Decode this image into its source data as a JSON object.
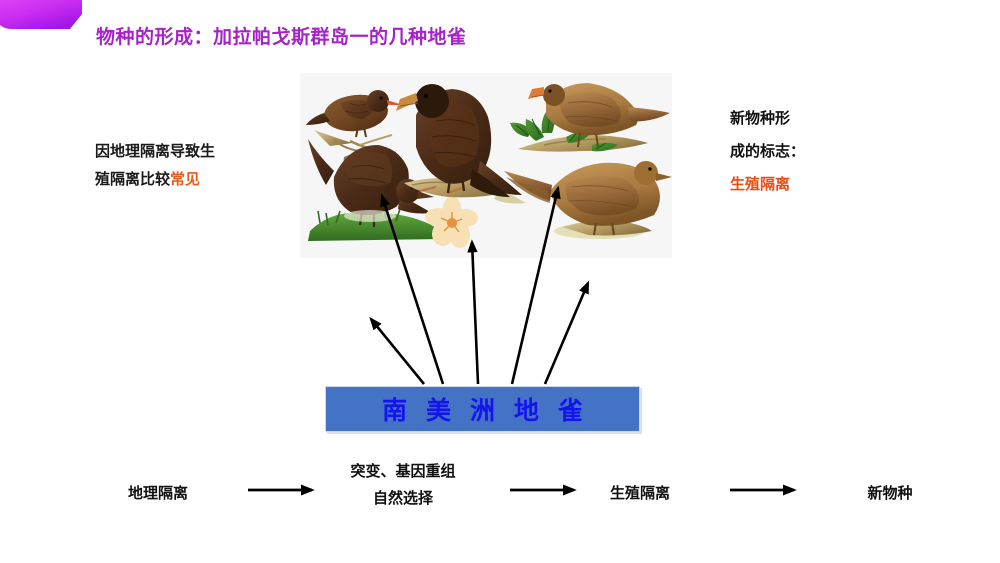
{
  "slide": {
    "title": "物种的形成：加拉帕戈斯群岛一的几种地雀",
    "title_color": "#a524c8",
    "background": "#ffffff"
  },
  "corner_blob": {
    "name": "decorative-corner-shape",
    "gradient_from": "#e03ff5",
    "gradient_to": "#a91bea"
  },
  "left_note": {
    "line1": "因地理隔离导致生",
    "line2_plain": "殖隔离比较",
    "line2_highlight": "常见",
    "highlight_color": "#e8581f"
  },
  "right_note": {
    "line1": "新物种形",
    "line2": "成的标志：",
    "line3_highlight": "生殖隔离",
    "highlight_color": "#ee4b13"
  },
  "finch_image": {
    "alt": "加拉帕戈斯群岛地雀插图",
    "bird_count": 5,
    "background": "#f6f6f6",
    "birds": [
      {
        "name": "finch-upper-left",
        "beak": "thin-pointed"
      },
      {
        "name": "finch-lower-left",
        "beak": "medium-dark"
      },
      {
        "name": "finch-center",
        "beak": "large-heavy"
      },
      {
        "name": "finch-upper-right",
        "beak": "short-conical"
      },
      {
        "name": "finch-lower-right",
        "beak": "small-slender"
      }
    ]
  },
  "species_box": {
    "label": "南 美 洲 地 雀",
    "fill_color": "#4472c4",
    "text_color": "#1414ee"
  },
  "radiating_arrows": {
    "count": 5,
    "color": "#000000",
    "description": "五条箭头从南美洲地雀指向五种地雀"
  },
  "flow": {
    "steps": [
      {
        "id": "step-geographic-isolation",
        "text": "地理隔离"
      },
      {
        "id": "step-mutation-recombination",
        "line1": "突变、基因重组",
        "line2": "自然选择"
      },
      {
        "id": "step-reproductive-isolation",
        "text": "生殖隔离"
      },
      {
        "id": "step-new-species",
        "text": "新物种"
      }
    ],
    "arrows": [
      {
        "id": "flow-arrow-1"
      },
      {
        "id": "flow-arrow-2"
      },
      {
        "id": "flow-arrow-3"
      }
    ]
  }
}
